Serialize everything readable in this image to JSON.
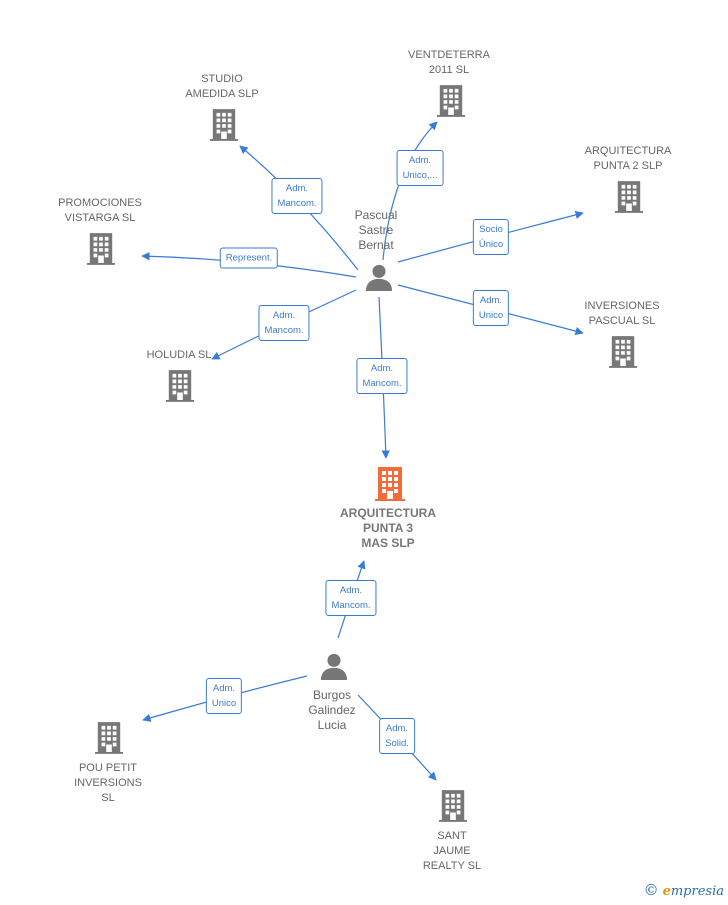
{
  "colors": {
    "edge": "#3a7bd5",
    "company_icon": "#777777",
    "main_company_icon": "#f26b38",
    "person_icon": "#777777"
  },
  "center": {
    "name": "ARQUITECTURA\nPUNTA 3\nMAS  SLP",
    "icon": "building-icon"
  },
  "persons": [
    {
      "id": "pascual",
      "name": "Pascual\nSastre\nBernat",
      "icon": "person-icon"
    },
    {
      "id": "burgos",
      "name": "Burgos\nGalindez\nLucia",
      "icon": "person-icon"
    }
  ],
  "companies": [
    {
      "id": "ventdeterra",
      "name": "VENTDETERRA\n2011 SL"
    },
    {
      "id": "studio",
      "name": "STUDIO\nAMEDIDA  SLP"
    },
    {
      "id": "punta2",
      "name": "ARQUITECTURA\nPUNTA 2 SLP"
    },
    {
      "id": "promociones",
      "name": "PROMOCIONES\nVISTARGA  SL"
    },
    {
      "id": "inversiones",
      "name": "INVERSIONES\nPASCUAL SL"
    },
    {
      "id": "holudia",
      "name": "HOLUDIA SL"
    },
    {
      "id": "pou",
      "name": "POU PETIT\nINVERSIONS\nSL"
    },
    {
      "id": "sant",
      "name": "SANT\nJAUME\nREALTY  SL"
    }
  ],
  "relations": [
    {
      "from": "pascual",
      "to": "ventdeterra",
      "label": "Adm.\nUnico,..."
    },
    {
      "from": "pascual",
      "to": "studio",
      "label": "Adm.\nMancom."
    },
    {
      "from": "pascual",
      "to": "punta2",
      "label": "Socio\nÚnico"
    },
    {
      "from": "pascual",
      "to": "promociones",
      "label": "Represent."
    },
    {
      "from": "pascual",
      "to": "inversiones",
      "label": "Adm.\nUnico"
    },
    {
      "from": "pascual",
      "to": "holudia",
      "label": "Adm.\nMancom."
    },
    {
      "from": "pascual",
      "to": "center",
      "label": "Adm.\nMancom."
    },
    {
      "from": "burgos",
      "to": "center",
      "label": "Adm.\nMancom."
    },
    {
      "from": "burgos",
      "to": "pou",
      "label": "Adm.\nUnico"
    },
    {
      "from": "burgos",
      "to": "sant",
      "label": "Adm.\nSolid."
    }
  ],
  "brand": {
    "copyright": "©",
    "initial": "e",
    "name": "mpresia"
  }
}
